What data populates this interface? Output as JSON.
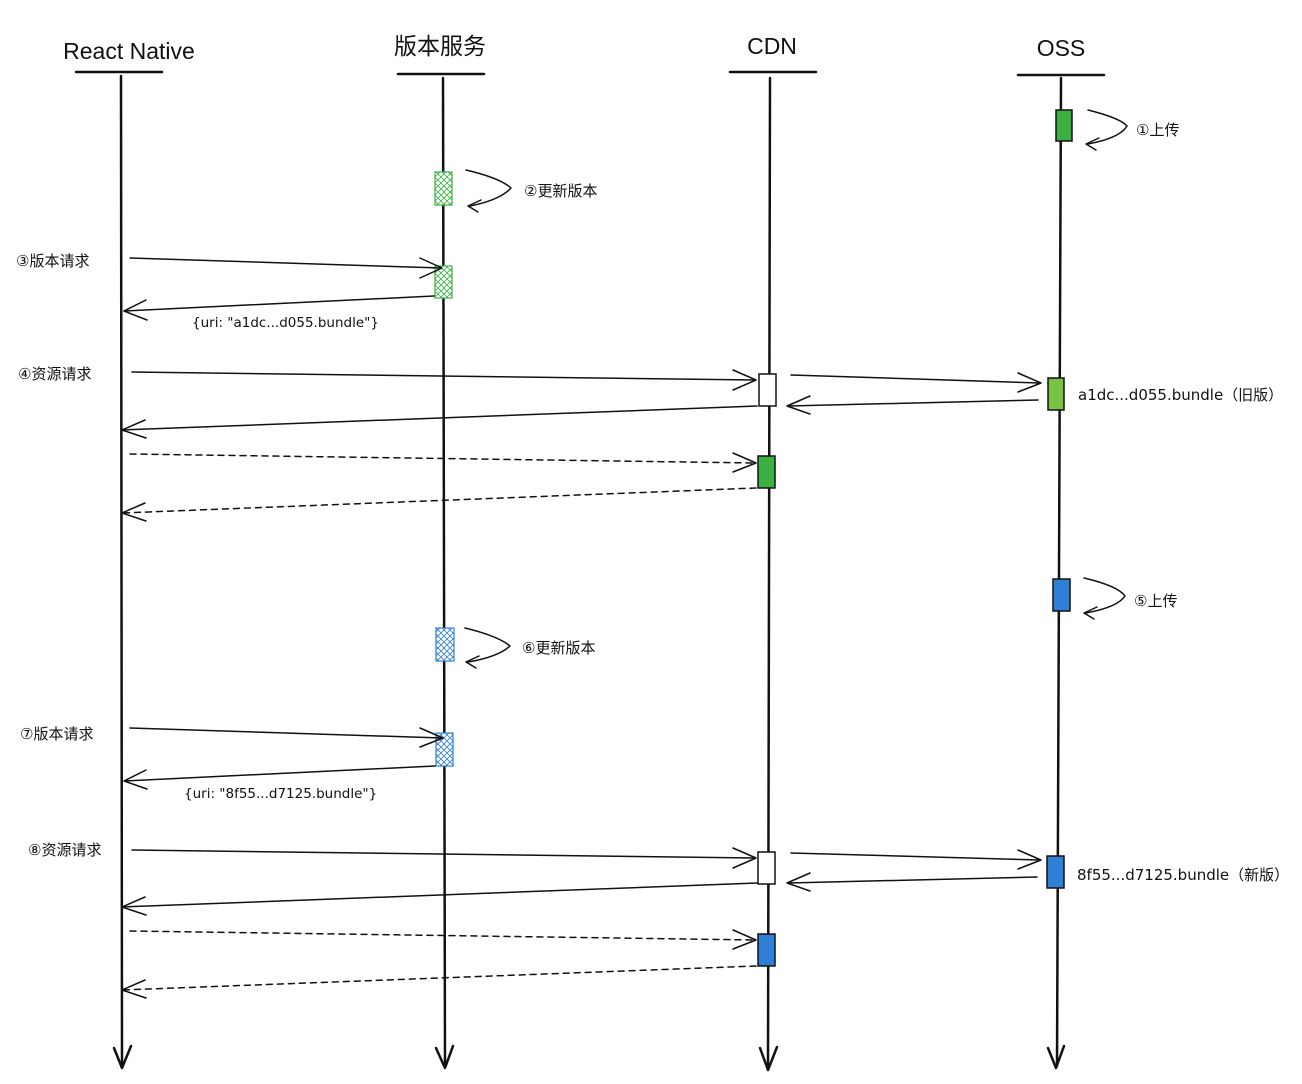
{
  "participants": [
    "React Native",
    "版本服务",
    "CDN",
    "OSS"
  ],
  "steps": {
    "s1": "①上传",
    "s2": "②更新版本",
    "s3": "③版本请求",
    "s3_response": "{uri: \"a1dc...d055.bundle\"}",
    "s4": "④资源请求",
    "s4_file": "a1dc...d055.bundle（旧版）",
    "s5": "⑤上传",
    "s6": "⑥更新版本",
    "s7": "⑦版本请求",
    "s7_response": "{uri: \"8f55...d7125.bundle\"}",
    "s8": "⑧资源请求",
    "s8_file": "8f55...d7125.bundle（新版）"
  },
  "colors": {
    "old_version": "#3cb043",
    "old_version_light": "#7cc242",
    "new_version": "#2f7fd6",
    "cache_miss": "#ffffff",
    "line": "#111111"
  }
}
